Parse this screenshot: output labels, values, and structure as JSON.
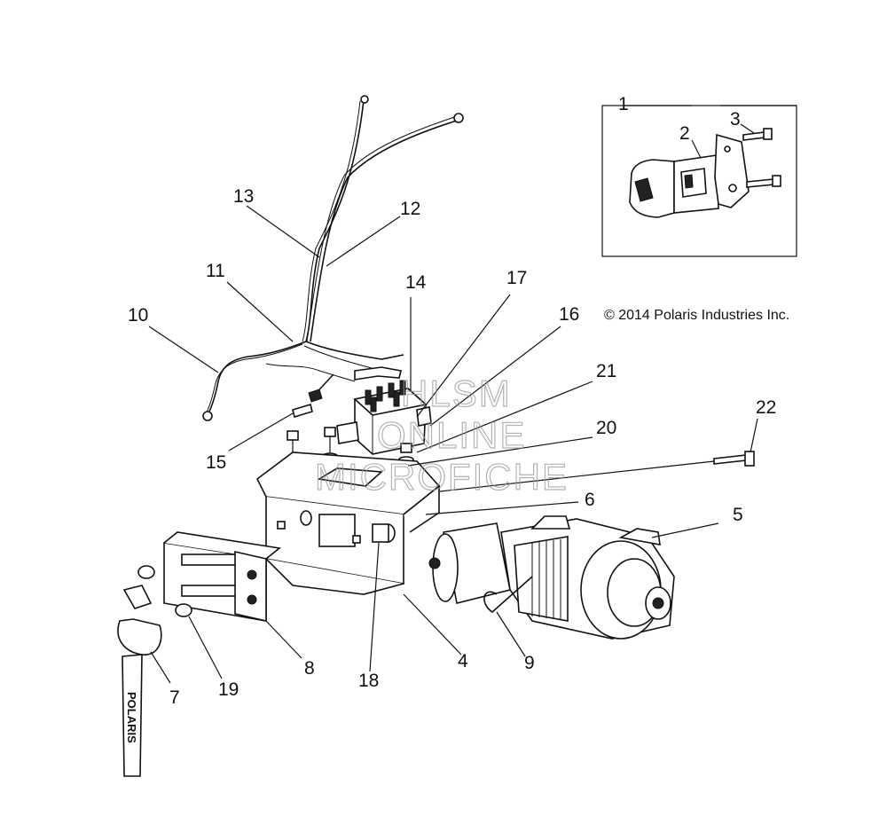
{
  "diagram": {
    "copyright": "© 2014 Polaris Industries Inc.",
    "watermark": [
      "HLSM",
      "ONLINE",
      "MICROFICHE"
    ],
    "strap_text": "POLARIS",
    "callouts": [
      "1",
      "2",
      "3",
      "4",
      "5",
      "6",
      "7",
      "8",
      "9",
      "10",
      "11",
      "12",
      "13",
      "14",
      "15",
      "16",
      "17",
      "18",
      "19",
      "20",
      "21",
      "22"
    ]
  }
}
